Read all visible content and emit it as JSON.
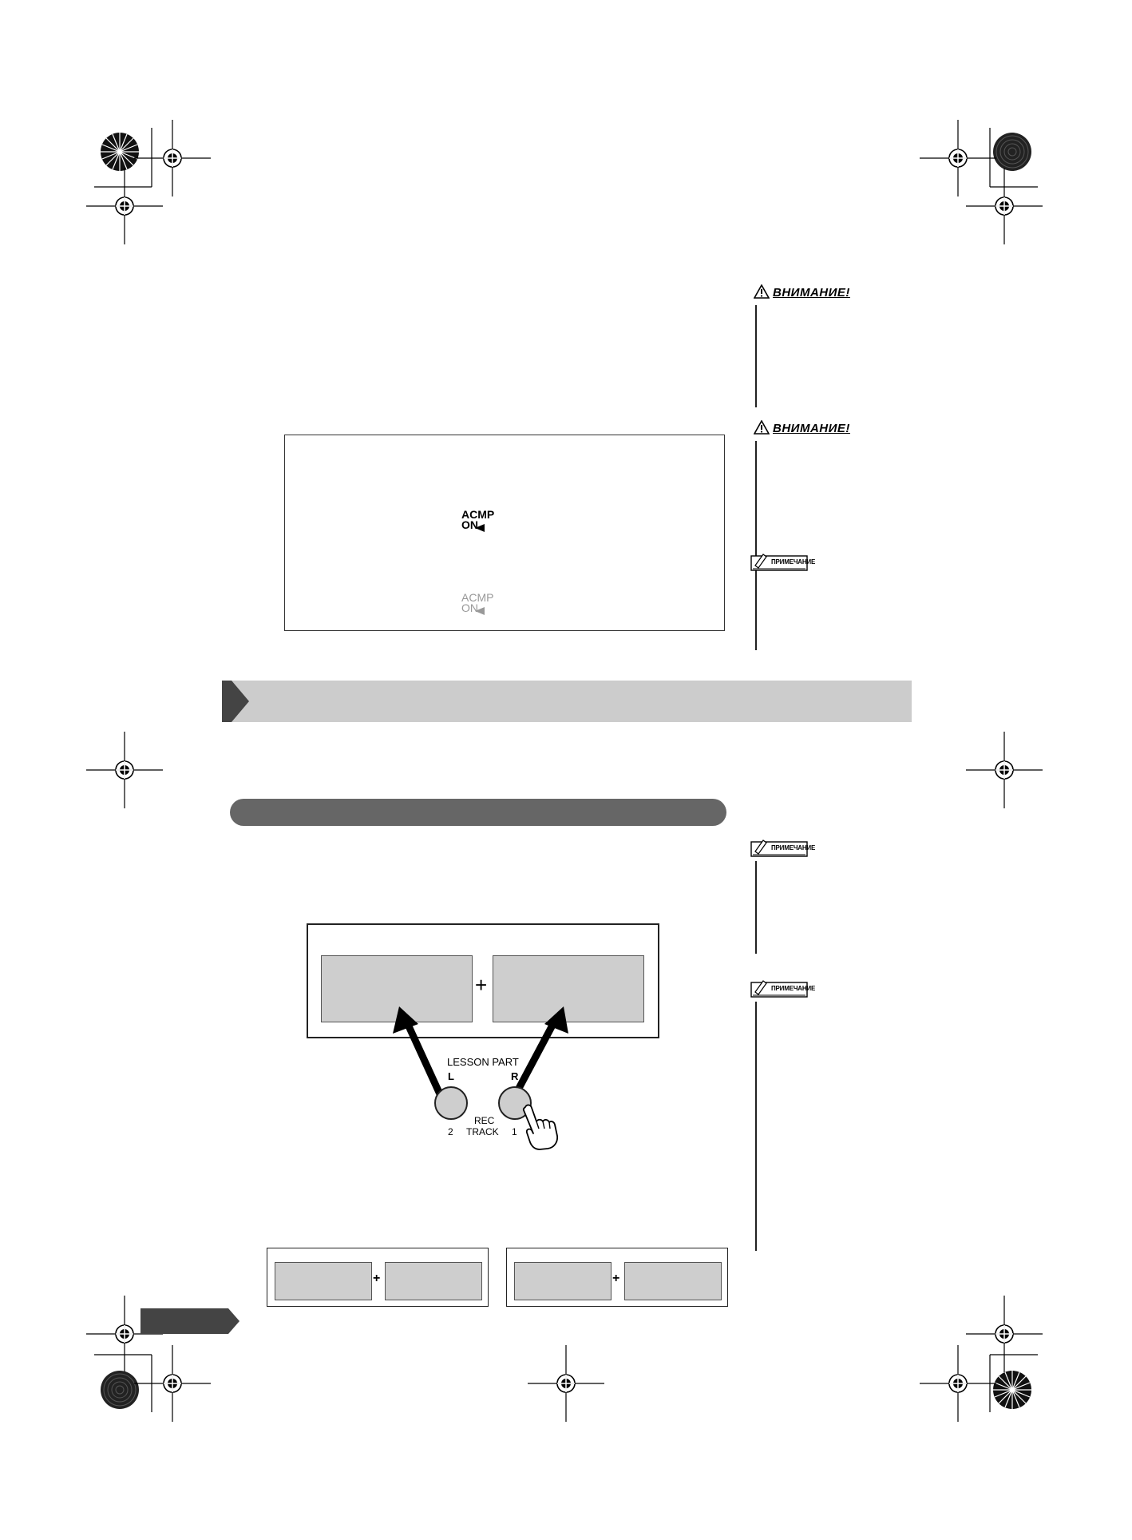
{
  "caution_headings": [
    "ВНИМАНИЕ!",
    "ВНИМАНИЕ!"
  ],
  "note_badges": [
    "ПРИМЕЧАНИЕ",
    "ПРИМЕЧАНИЕ",
    "ПРИМЕЧАНИЕ"
  ],
  "display_box": {
    "acmp_on": {
      "line1": "ACMP",
      "line2": "ON"
    },
    "acmp_off": {
      "line1": "ACMP",
      "line2": "ON"
    }
  },
  "lesson_panel": {
    "lesson_part_label": "LESSON PART",
    "button_left_letter": "L",
    "button_right_letter": "R",
    "rec_label": "REC",
    "track_label": "TRACK",
    "track_left_number": "2",
    "track_right_number": "1",
    "plus": "+"
  },
  "bottom_boxes": {
    "plus_left": "+",
    "plus_right": "+"
  },
  "colors": {
    "section_bar": "#cccccc",
    "section_marker": "#444444",
    "subsection_bar": "#666666",
    "gray_fill": "#cecece",
    "dim_text": "#999999"
  }
}
